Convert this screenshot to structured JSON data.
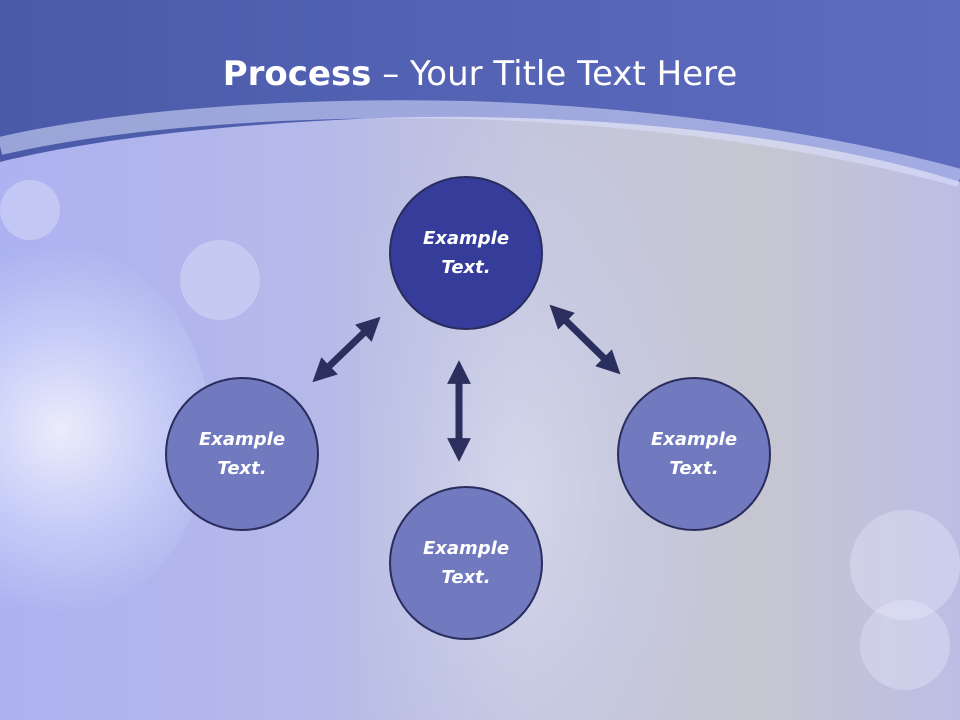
{
  "slide": {
    "title_bold": "Process",
    "title_rest": " – Your Title Text Here"
  },
  "nodes": {
    "top": {
      "line1": "Example",
      "line2": "Text."
    },
    "left": {
      "line1": "Example",
      "line2": "Text."
    },
    "bottom": {
      "line1": "Example",
      "line2": "Text."
    },
    "right": {
      "line1": "Example",
      "line2": "Text."
    }
  },
  "colors": {
    "header_dark": "#4a5aa8",
    "header_light": "#6a78c8",
    "node_primary": "#363c9a",
    "node_secondary": "#7179bf",
    "arrow": "#2b2f5e"
  }
}
